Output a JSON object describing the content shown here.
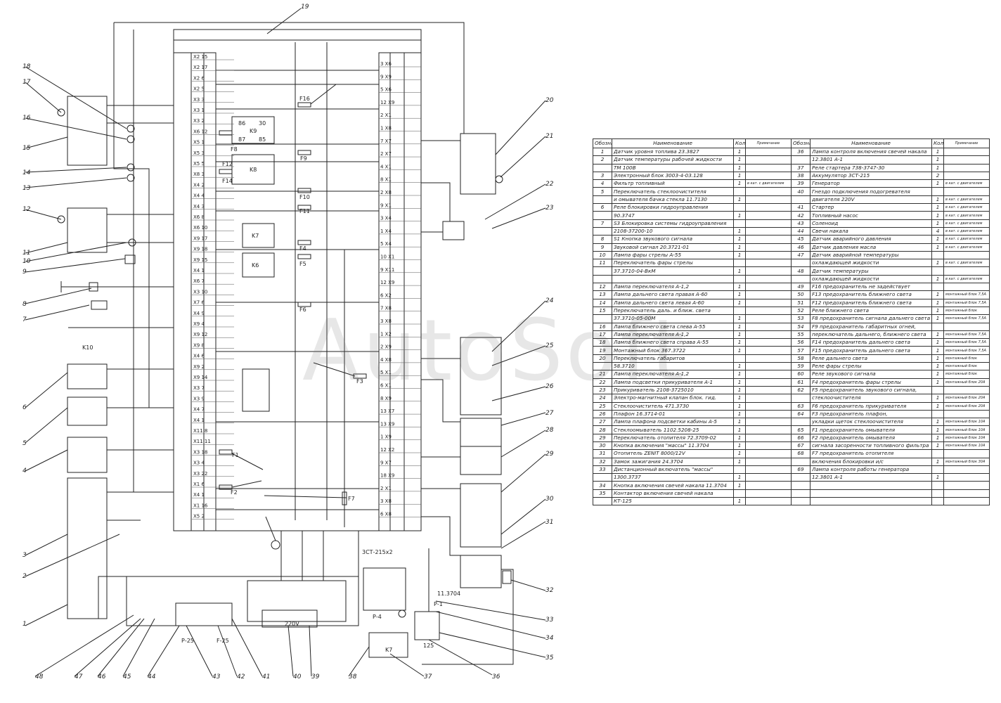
{
  "watermark": "AutoSoft",
  "callouts": [
    "1",
    "2",
    "3",
    "4",
    "5",
    "6",
    "7",
    "8",
    "9",
    "10",
    "11",
    "12",
    "13",
    "14",
    "15",
    "16",
    "17",
    "18",
    "19",
    "20",
    "21",
    "22",
    "23",
    "24",
    "25",
    "26",
    "27",
    "28",
    "29",
    "30",
    "31",
    "32",
    "33",
    "34",
    "35",
    "36",
    "37",
    "38",
    "39",
    "40",
    "41",
    "42",
    "43",
    "44",
    "45",
    "46",
    "47",
    "48"
  ],
  "block_labels": {
    "k9": "K9",
    "k8": "K8",
    "k7": "K7",
    "k6": "K6",
    "k7b": "K7",
    "k10": "K10",
    "r86": "86",
    "r30": "30",
    "r87": "87",
    "r85": "85",
    "f16": "F16",
    "f8": "F8",
    "f9": "F9",
    "f14": "F14",
    "f12": "F12",
    "f10": "F10",
    "f11": "F11",
    "f4": "F4",
    "f5": "F5",
    "f6": "F6",
    "f3": "F3",
    "f1": "F1",
    "f2": "F2",
    "f7": "F7",
    "battery": "3СТ-215х2",
    "v220": "220V",
    "p1": "Р-1",
    "p4": "Р-4",
    "p25": "Р-25",
    "f25": "F-25",
    "n125": "125",
    "rel_code": "11.3704"
  },
  "left_connector": [
    "X2 15",
    "X2 17",
    "X2 6",
    "X2 5",
    "X3 3",
    "X3 1",
    "X3 2",
    "X6 12",
    "X5 1",
    "X5 3",
    "X5 5",
    "X8 3",
    "X4 2",
    "X4 4",
    "X4 3",
    "X6 8",
    "X6 10",
    "X9 17",
    "X9 18",
    "X9 15",
    "X4 1",
    "X6 7",
    "X3 10",
    "X7 6",
    "X4 9",
    "X9 4",
    "X9 12",
    "X9 8",
    "X4 6",
    "X9 2",
    "X9 14",
    "X3 7",
    "X3 9",
    "X4 7",
    "X4 1",
    "X11 8",
    "X11 11",
    "X3 18",
    "X3 4",
    "X3 22",
    "X1 6",
    "X4 1",
    "X1 16",
    "X5 2"
  ],
  "right_connector": [
    "3 X6",
    "9 X9",
    "5 X6",
    "12 X9",
    "2 X1",
    "1 X8",
    "7 X7",
    "2 X7",
    "4 X1",
    "8 X1",
    "2 X8",
    "9 X1",
    "3 X4",
    "1 X4",
    "5 X4",
    "10 X1",
    "9 X11",
    "12 X9",
    "6 X2",
    "7 X8",
    "3 X8",
    "1 X2",
    "2 X9",
    "4 X8",
    "5 X1",
    "6 X1",
    "8 X9",
    "13 X7",
    "13 X9",
    "1 X9",
    "12 X2",
    "9 X7",
    "18 X9",
    "2 X1",
    "3 X8",
    "6 X8"
  ],
  "legend": {
    "headers": [
      "Обознач.",
      "Наименование",
      "Кол.",
      "Примечание",
      "Обознач.",
      "Наименование",
      "Кол.",
      "Примечание"
    ],
    "rows": [
      {
        "a_no": "1",
        "a_name": "Датчик уровня топлива        23.3827",
        "a_q": "1",
        "a_note": "",
        "b_no": "36",
        "b_name": "Лампа контроля включения свечей накала",
        "b_q": "1",
        "b_note": ""
      },
      {
        "a_no": "2",
        "a_name": "Датчик температуры рабочей жидкости",
        "a_q": "1",
        "a_note": "",
        "b_no": "",
        "b_name": "12.3801                            А-1",
        "b_q": "1",
        "b_note": ""
      },
      {
        "a_no": "",
        "a_name": "ТМ 100В",
        "a_q": "1",
        "a_note": "",
        "b_no": "37",
        "b_name": "Реле стартера       738-3747-30",
        "b_q": "1",
        "b_note": ""
      },
      {
        "a_no": "3",
        "a_name": "Электронный блок      3003-4-03.128",
        "a_q": "1",
        "a_note": "",
        "b_no": "38",
        "b_name": "Аккумулятор              3СТ-215",
        "b_q": "2",
        "b_note": ""
      },
      {
        "a_no": "4",
        "a_name": "Фильтр топливный",
        "a_q": "1",
        "a_note": "в кат. с двигателем",
        "b_no": "39",
        "b_name": "Генератор",
        "b_q": "1",
        "b_note": "в кат. с двигателем"
      },
      {
        "a_no": "5",
        "a_name": "Переключатель стеклоочистителя",
        "a_q": "",
        "a_note": "",
        "b_no": "40",
        "b_name": "Гнездо подключения подогревателя",
        "b_q": "",
        "b_note": ""
      },
      {
        "a_no": "",
        "a_name": "и омывателя бачка стекла   11.7130",
        "a_q": "1",
        "a_note": "",
        "b_no": "",
        "b_name": "двигателя                              220V",
        "b_q": "1",
        "b_note": "в кат. с двигателем"
      },
      {
        "a_no": "6",
        "a_name": "Реле блокировки гидроуправления",
        "a_q": "",
        "a_note": "",
        "b_no": "41",
        "b_name": "Стартер",
        "b_q": "1",
        "b_note": "в кат. с двигателем"
      },
      {
        "a_no": "",
        "a_name": "90.3747",
        "a_q": "1",
        "a_note": "",
        "b_no": "42",
        "b_name": "Топливный насос",
        "b_q": "1",
        "b_note": "в кат. с двигателем"
      },
      {
        "a_no": "7",
        "a_name": "S3 Блокировка системы гидроуправления",
        "a_q": "",
        "a_note": "",
        "b_no": "43",
        "b_name": "Соленоид",
        "b_q": "1",
        "b_note": "в кат. с двигателем"
      },
      {
        "a_no": "",
        "a_name": "2108-37200-10",
        "a_q": "1",
        "a_note": "",
        "b_no": "44",
        "b_name": "Свечи накала",
        "b_q": "4",
        "b_note": "в кат. с двигателем"
      },
      {
        "a_no": "8",
        "a_name": "S1 Кнопка звукового сигнала",
        "a_q": "1",
        "a_note": "",
        "b_no": "45",
        "b_name": "Датчик аварийного давления",
        "b_q": "1",
        "b_note": "в кат. с двигателем"
      },
      {
        "a_no": "9",
        "a_name": "Звуковой сигнал       20.3721-01",
        "a_q": "1",
        "a_note": "",
        "b_no": "46",
        "b_name": "Датчик давления масла",
        "b_q": "1",
        "b_note": "в кат. с двигателем"
      },
      {
        "a_no": "10",
        "a_name": "Лампа фары стрелы            А-55",
        "a_q": "1",
        "a_note": "",
        "b_no": "47",
        "b_name": "Датчик аварийной температуры",
        "b_q": "",
        "b_note": ""
      },
      {
        "a_no": "11",
        "a_name": "Переключатель фары стрелы",
        "a_q": "",
        "a_note": "",
        "b_no": "",
        "b_name": "охлаждающей жидкости",
        "b_q": "1",
        "b_note": "в кат. с двигателем"
      },
      {
        "a_no": "",
        "a_name": "37.3710-04-ВкМ",
        "a_q": "1",
        "a_note": "",
        "b_no": "48",
        "b_name": "Датчик температуры",
        "b_q": "",
        "b_note": ""
      },
      {
        "a_no": "",
        "a_name": "",
        "a_q": "",
        "a_note": "",
        "b_no": "",
        "b_name": "охлаждающей жидкости",
        "b_q": "1",
        "b_note": "в кат. с двигателем"
      },
      {
        "a_no": "12",
        "a_name": "Лампа переключателя           А-1,2",
        "a_q": "1",
        "a_note": "",
        "b_no": "49",
        "b_name": "F16 предохранитель не задействует",
        "b_q": "",
        "b_note": ""
      },
      {
        "a_no": "13",
        "a_name": "Лампа дальнего света правая   А-60",
        "a_q": "1",
        "a_note": "",
        "b_no": "50",
        "b_name": "F13 предохранитель ближнего света",
        "b_q": "1",
        "b_note": "монтажный блок 7,5А"
      },
      {
        "a_no": "14",
        "a_name": "Лампа дальнего света левая    А-60",
        "a_q": "1",
        "a_note": "",
        "b_no": "51",
        "b_name": "F12 предохранитель ближнего света",
        "b_q": "1",
        "b_note": "монтажный блок 7,5А"
      },
      {
        "a_no": "15",
        "a_name": "Переключатель даль. и ближ. света",
        "a_q": "",
        "a_note": "",
        "b_no": "52",
        "b_name": "Реле ближнего света",
        "b_q": "1",
        "b_note": "монтажный блок"
      },
      {
        "a_no": "",
        "a_name": "37.3710-05-00М",
        "a_q": "1",
        "a_note": "",
        "b_no": "53",
        "b_name": "F8 предохранитель сигнала дальнего света",
        "b_q": "1",
        "b_note": "монтажный блок 7,5А"
      },
      {
        "a_no": "16",
        "a_name": "Лампа ближнего света слева   А-55",
        "a_q": "1",
        "a_note": "",
        "b_no": "54",
        "b_name": "F9 предохранитель габаритных огней,",
        "b_q": "",
        "b_note": ""
      },
      {
        "a_no": "17",
        "a_name": "Лампа переключателя           А-1,2",
        "a_q": "1",
        "a_note": "",
        "b_no": "55",
        "b_name": "переключатель дальнего, ближнего света",
        "b_q": "1",
        "b_note": "монтажный блок 7,5А"
      },
      {
        "a_no": "18",
        "a_name": "Лампа ближнего света справа   А-55",
        "a_q": "1",
        "a_note": "",
        "b_no": "56",
        "b_name": "F14 предохранитель дальнего света",
        "b_q": "1",
        "b_note": "монтажный блок 7,5А"
      },
      {
        "a_no": "19",
        "a_name": "Монтажный блок           367.3722",
        "a_q": "1",
        "a_note": "",
        "b_no": "57",
        "b_name": "F15 предохранитель дальнего света",
        "b_q": "1",
        "b_note": "монтажный блок 7,5А"
      },
      {
        "a_no": "20",
        "a_name": "Переключатель габаритов",
        "a_q": "",
        "a_note": "",
        "b_no": "58",
        "b_name": "Реле дальнего света",
        "b_q": "1",
        "b_note": "монтажный блок"
      },
      {
        "a_no": "",
        "a_name": "58.3710",
        "a_q": "1",
        "a_note": "",
        "b_no": "59",
        "b_name": "Реле фары стрелы",
        "b_q": "1",
        "b_note": "монтажный блок"
      },
      {
        "a_no": "21",
        "a_name": "Лампа переключателя           А-1,2",
        "a_q": "1",
        "a_note": "",
        "b_no": "60",
        "b_name": "Реле звукового сигнала",
        "b_q": "1",
        "b_note": "монтажный блок"
      },
      {
        "a_no": "22",
        "a_name": "Лампа подсветки прикуривателя    А-1",
        "a_q": "1",
        "a_note": "",
        "b_no": "61",
        "b_name": "F4 предохранитель фары стрелы",
        "b_q": "1",
        "b_note": "монтажный блок 20А"
      },
      {
        "a_no": "23",
        "a_name": "Прикуриватель        2108-3725010",
        "a_q": "1",
        "a_note": "",
        "b_no": "62",
        "b_name": "F5 предохранитель звукового сигнала,",
        "b_q": "",
        "b_note": ""
      },
      {
        "a_no": "24",
        "a_name": "Электро-магнитный клапан блок. гид.",
        "a_q": "1",
        "a_note": "",
        "b_no": "",
        "b_name": "стеклоочистителя",
        "b_q": "1",
        "b_note": "монтажный блок 20А"
      },
      {
        "a_no": "25",
        "a_name": "Стеклоочиститель            471.3730",
        "a_q": "1",
        "a_note": "",
        "b_no": "63",
        "b_name": "F6 предохранитель прикуривателя",
        "b_q": "1",
        "b_note": "монтажный блок 20А"
      },
      {
        "a_no": "26",
        "a_name": "Плафон                   16.3714-01",
        "a_q": "1",
        "a_note": "",
        "b_no": "64",
        "b_name": "F3 предохранитель плафон,",
        "b_q": "",
        "b_note": ""
      },
      {
        "a_no": "27",
        "a_name": "Лампа плафона подсветки кабины   А-5",
        "a_q": "1",
        "a_note": "",
        "b_no": "",
        "b_name": "укладки щеток стеклоочистителя",
        "b_q": "1",
        "b_note": "монтажный блок 10А"
      },
      {
        "a_no": "28",
        "a_name": "Стеклоомыватель          1102.5208-25",
        "a_q": "1",
        "a_note": "",
        "b_no": "65",
        "b_name": "F1 предохранитель омывателя",
        "b_q": "1",
        "b_note": "монтажный блок 10А"
      },
      {
        "a_no": "29",
        "a_name": "Переключатель отопителя    72.3709-02",
        "a_q": "1",
        "a_note": "",
        "b_no": "66",
        "b_name": "F2 предохранитель омывателя",
        "b_q": "1",
        "b_note": "монтажный блок 10А"
      },
      {
        "a_no": "30",
        "a_name": "Кнопка включения \"массы\"     11.3704",
        "a_q": "1",
        "a_note": "",
        "b_no": "67",
        "b_name": "сигнала засоренности топливного фильтра",
        "b_q": "1",
        "b_note": "монтажный блок 10А"
      },
      {
        "a_no": "31",
        "a_name": "Отопитель           ZENIT 8000/12V",
        "a_q": "1",
        "a_note": "",
        "b_no": "68",
        "b_name": "F7 предохранитель отопителя",
        "b_q": "",
        "b_note": ""
      },
      {
        "a_no": "32",
        "a_name": "Замок зажигания             24.3704",
        "a_q": "1",
        "a_note": "",
        "b_no": "",
        "b_name": "включения блокировки и/с",
        "b_q": "1",
        "b_note": "монтажный блок 30А"
      },
      {
        "a_no": "33",
        "a_name": "Дистанционный включатель \"массы\"",
        "a_q": "",
        "a_note": "",
        "b_no": "69",
        "b_name": "Лампа контроля работы генератора",
        "b_q": "",
        "b_note": ""
      },
      {
        "a_no": "",
        "a_name": "1300.3737",
        "a_q": "1",
        "a_note": "",
        "b_no": "",
        "b_name": "12.3801                            А-1",
        "b_q": "1",
        "b_note": ""
      },
      {
        "a_no": "34",
        "a_name": "Кнопка включения свечей накала    11.3704",
        "a_q": "1",
        "a_note": "",
        "b_no": "",
        "b_name": "",
        "b_q": "",
        "b_note": ""
      },
      {
        "a_no": "35",
        "a_name": "Контактор включения свечей накала",
        "a_q": "",
        "a_note": "",
        "b_no": "",
        "b_name": "",
        "b_q": "",
        "b_note": ""
      },
      {
        "a_no": "",
        "a_name": "КТ-125",
        "a_q": "1",
        "a_note": "",
        "b_no": "",
        "b_name": "",
        "b_q": "",
        "b_note": ""
      }
    ]
  }
}
